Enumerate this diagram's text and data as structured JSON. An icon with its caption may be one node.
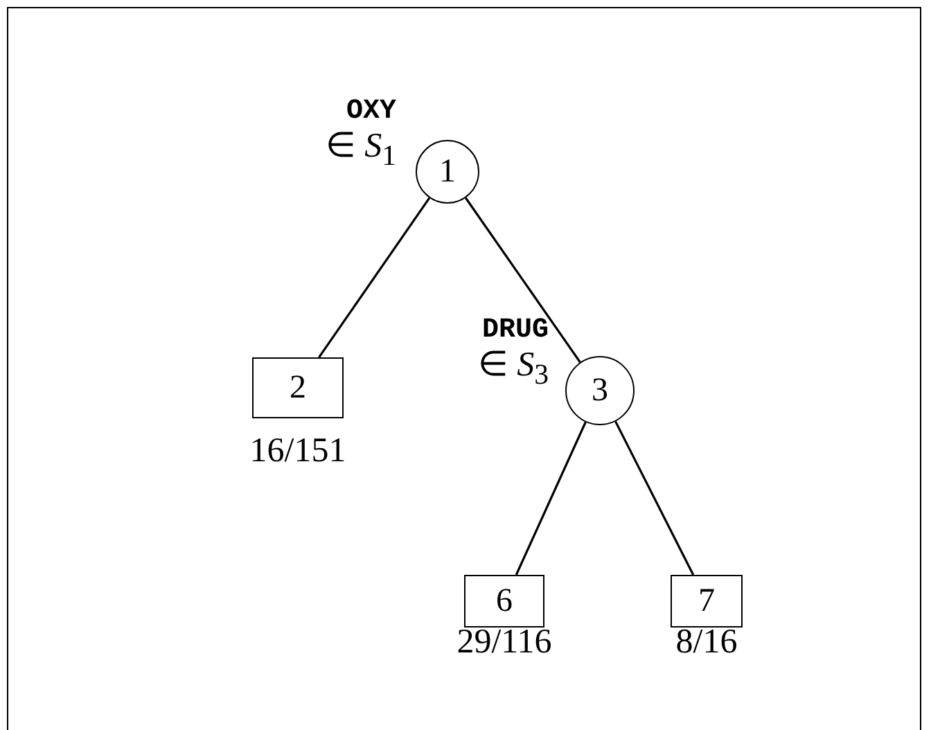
{
  "diagram": {
    "nodes": [
      {
        "text": [
          "1"
        ],
        "beside": [
          "OXY",
          "∈ *S*$_{1}$"
        ]
      },
      {
        "text": [
          "2"
        ],
        "beside": [
          "16/151"
        ]
      },
      {
        "text": [
          "3"
        ],
        "beside": [
          "DRUG",
          "∈ *S*$_{3}$"
        ]
      },
      {
        "text": [
          "6"
        ],
        "beside": [
          "29/116"
        ]
      },
      {
        "text": [
          "7"
        ],
        "beside": [
          "8/16"
        ]
      }
    ],
    "edges": [
      {
        "from": 0,
        "to": 1,
        "arrow": "none"
      },
      {
        "from": 0,
        "to": 2,
        "arrow": "none"
      },
      {
        "from": 2,
        "to": 3,
        "arrow": "none"
      },
      {
        "from": 2,
        "to": 4,
        "arrow": "none"
      }
    ]
  }
}
